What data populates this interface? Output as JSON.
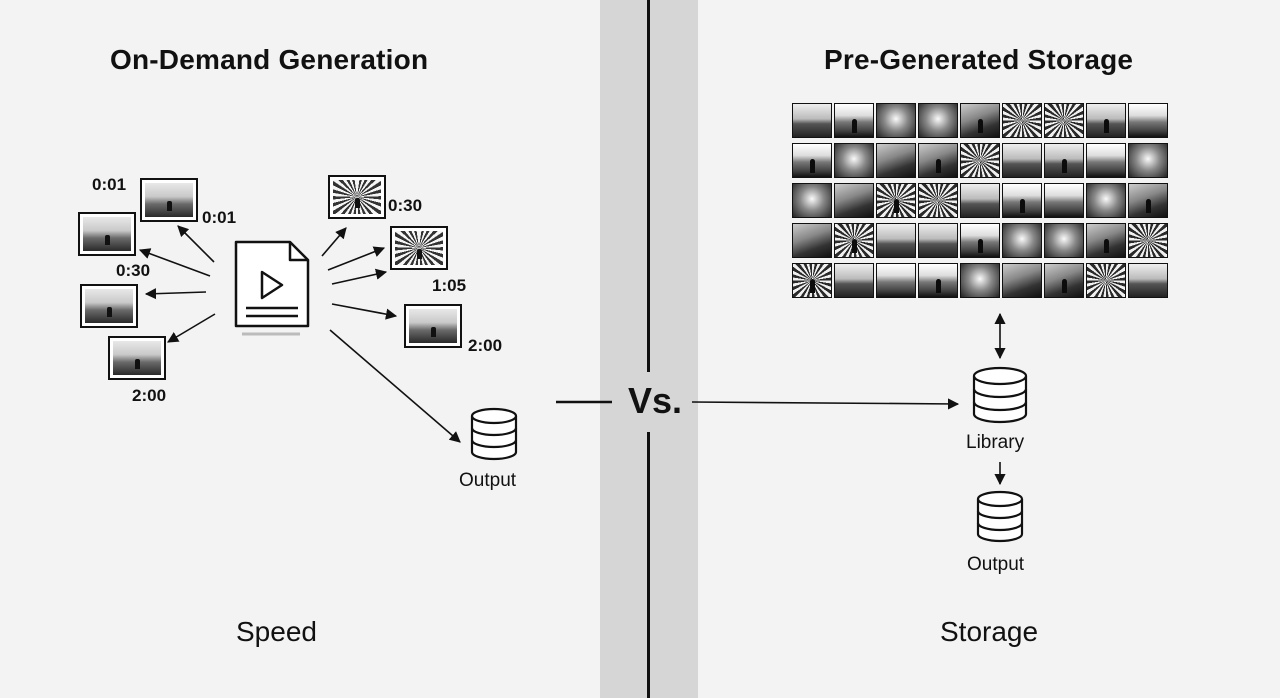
{
  "left": {
    "title": "On-Demand Generation",
    "footer": "Speed",
    "timestamps": [
      "0:01",
      "0:01",
      "0:30",
      "2:00",
      "0:30",
      "1:05",
      "2:00"
    ],
    "output_label": "Output",
    "icon": "video-file-icon"
  },
  "center": {
    "vs": "Vs."
  },
  "right": {
    "title": "Pre-Generated Storage",
    "footer": "Storage",
    "library_label": "Library",
    "output_label": "Output",
    "grid_rows": 5,
    "grid_cols": 9
  },
  "colors": {
    "background": "#f2f2f2",
    "divider": "#d6d6d6",
    "ink": "#111111"
  }
}
